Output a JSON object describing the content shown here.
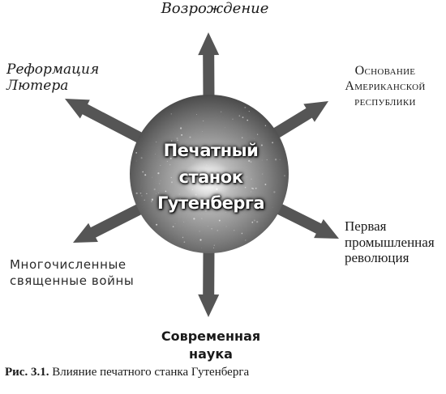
{
  "center": {
    "line1": "Печатный станок",
    "line2": "Гутенберга"
  },
  "outcomes": {
    "top": "Возрождение",
    "upper_left": [
      "Реформация",
      "Лютера"
    ],
    "upper_right": [
      "Основание",
      "Американской",
      "республики"
    ],
    "lower_right": [
      "Первая",
      "промышленная",
      "революция"
    ],
    "lower_left": [
      "Многочисленные",
      "священные войны"
    ],
    "bottom": [
      "Современная",
      "наука"
    ]
  },
  "caption": {
    "label": "Рис. 3.1.",
    "text": " Влияние печатного станка Гутенберга"
  },
  "colors": {
    "arrow": "#555555",
    "sphere_light": "#e4e4e4",
    "sphere_dark": "#4a4a4a"
  }
}
